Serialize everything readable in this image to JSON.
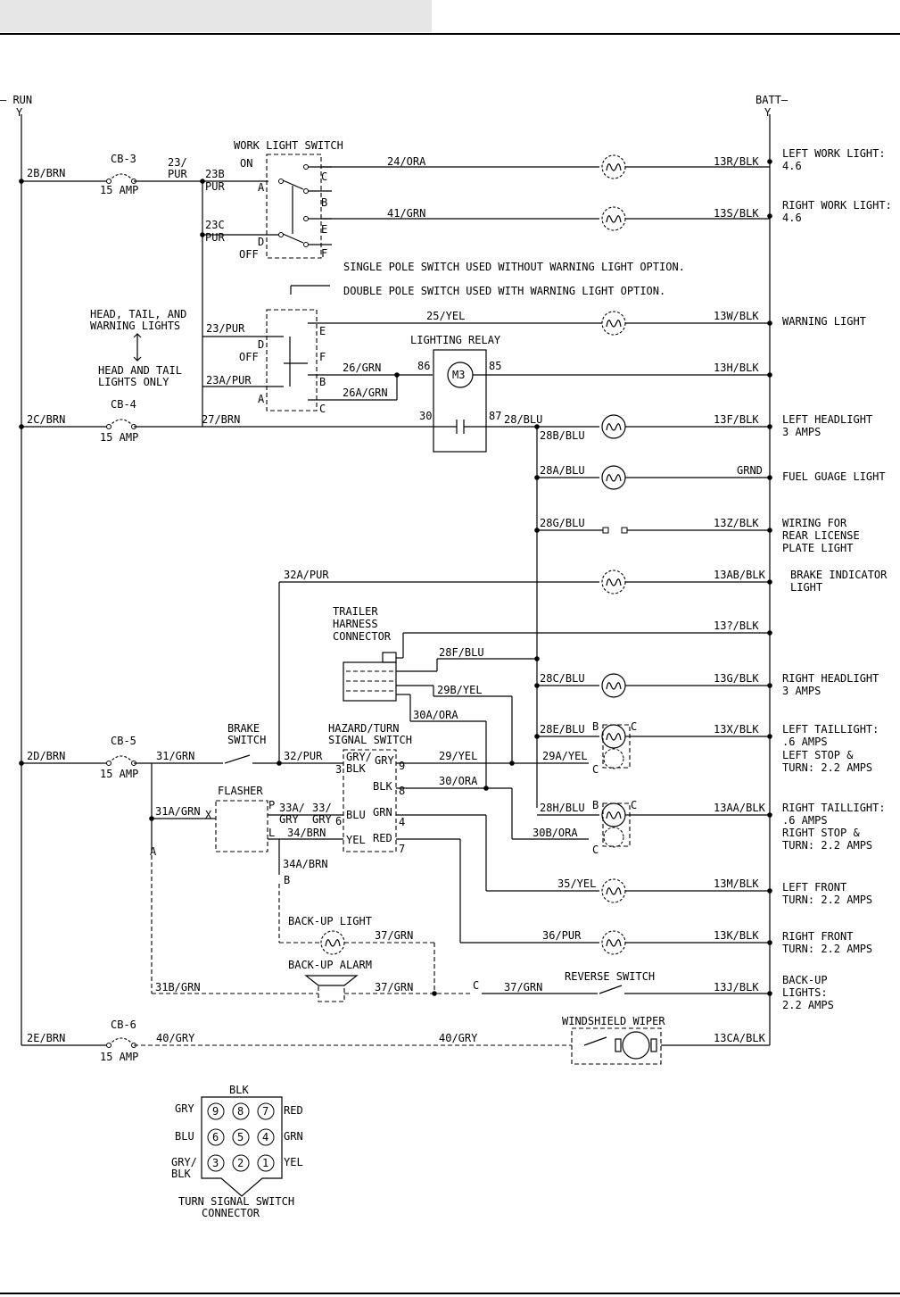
{
  "rails": {
    "run": "— RUN",
    "batt": "BATT—"
  },
  "breakers": {
    "cb3": {
      "label": "CB-3",
      "amp": "15 AMP"
    },
    "cb4": {
      "label": "CB-4",
      "amp": "15 AMP"
    },
    "cb5": {
      "label": "CB-5",
      "amp": "15 AMP"
    },
    "cb6": {
      "label": "CB-6",
      "amp": "15 AMP"
    }
  },
  "wires": {
    "w2b": "2B/BRN",
    "w2c": "2C/BRN",
    "w2d": "2D/BRN",
    "w2e": "2E/BRN",
    "w23": "23/",
    "w23pur": "PUR",
    "w23b": "23B",
    "w23c": "23C",
    "pur": "PUR",
    "w23p": "23/PUR",
    "w23a": "23A/PUR",
    "w24": "24/ORA",
    "w41": "41/GRN",
    "w25": "25/YEL",
    "w26": "26/GRN",
    "w26a": "26A/GRN",
    "w27": "27/BRN",
    "w28": "28/BLU",
    "w28b": "28B/BLU",
    "w28a": "28A/BLU",
    "w28g": "28G/BLU",
    "w32a": "32A/PUR",
    "w28f": "28F/BLU",
    "w29b": "29B/YEL",
    "w30a": "30A/ORA",
    "w28c": "28C/BLU",
    "w28e": "28E/BLU",
    "w31": "31/GRN",
    "w32": "32/PUR",
    "w29": "29/YEL",
    "w29a": "29A/YEL",
    "w30": "30/ORA",
    "w28h": "28H/BLU",
    "w31a": "31A/GRN",
    "w33a": "33A/",
    "w33": "33/",
    "gry": "GRY",
    "w34": "34/BRN",
    "w30b": "30B/ORA",
    "w34a": "34A/BRN",
    "w35": "35/YEL",
    "w36": "36/PUR",
    "w37": "37/GRN",
    "w31b": "31B/GRN",
    "w40": "40/GRY",
    "w13r": "13R/BLK",
    "w13s": "13S/BLK",
    "w13w": "13W/BLK",
    "w13h": "13H/BLK",
    "w13f": "13F/BLK",
    "grnd": "GRND",
    "w13z": "13Z/BLK",
    "w13ab": "13AB/BLK",
    "w13q": "13?/BLK",
    "w13g": "13G/BLK",
    "w13x": "13X/BLK",
    "w13aa": "13AA/BLK",
    "w13m": "13M/BLK",
    "w13k": "13K/BLK",
    "w13j": "13J/BLK",
    "w13ca": "13CA/BLK"
  },
  "components": {
    "work_switch": "WORK LIGHT SWITCH",
    "on": "ON",
    "off": "OFF",
    "single_pole_note": "SINGLE POLE SWITCH USED WITHOUT WARNING LIGHT OPTION.",
    "double_pole_note": "DOUBLE POLE SWITCH USED WITH WARNING LIGHT OPTION.",
    "head_tail_warn": [
      "HEAD, TAIL, AND",
      "WARNING LIGHTS"
    ],
    "head_tail_only": [
      "HEAD AND TAIL",
      "LIGHTS ONLY"
    ],
    "lighting_relay": "LIGHTING RELAY",
    "relay_coil": "M3",
    "relay_86": "86",
    "relay_85": "85",
    "relay_30": "30",
    "relay_87": "87",
    "trailer": [
      "TRAILER",
      "HARNESS",
      "CONNECTOR"
    ],
    "brake_switch": [
      "BRAKE",
      "SWITCH"
    ],
    "hazard": [
      "HAZARD/TURN",
      "SIGNAL SWITCH"
    ],
    "flasher": "FLASHER",
    "backup_light": "BACK-UP LIGHT",
    "backup_alarm": "BACK-UP ALARM",
    "reverse_switch": "REVERSE SWITCH",
    "wiper": "WINDSHIELD WIPER",
    "pins": {
      "a": "A",
      "b": "B",
      "c": "C",
      "d": "D",
      "e": "E",
      "f": "F",
      "x": "X",
      "p": "P",
      "l": "L",
      "n3": "3",
      "n4": "4",
      "n6": "6",
      "n7": "7",
      "n8": "8",
      "n9": "9"
    },
    "colors": {
      "blk": "BLK",
      "gry": "GRY",
      "blu": "BLU",
      "grn": "GRN",
      "red": "RED",
      "yel": "YEL",
      "gry_blk": "GRY/",
      "blk2": "BLK"
    }
  },
  "loads": {
    "left_work": [
      "LEFT WORK LIGHT:",
      "4.6"
    ],
    "right_work": [
      "RIGHT WORK LIGHT:",
      "4.6"
    ],
    "warning": [
      "WARNING LIGHT"
    ],
    "left_head": [
      "LEFT HEADLIGHT",
      "3 AMPS"
    ],
    "fuel": [
      "FUEL GUAGE LIGHT"
    ],
    "license": [
      "WIRING FOR",
      "REAR LICENSE",
      "PLATE LIGHT"
    ],
    "brake_ind": [
      "BRAKE INDICATOR",
      "LIGHT"
    ],
    "right_head": [
      "RIGHT HEADLIGHT",
      "3 AMPS"
    ],
    "left_tail": [
      "LEFT TAILLIGHT:",
      ".6 AMPS",
      "LEFT STOP &",
      "TURN: 2.2 AMPS"
    ],
    "right_tail": [
      "RIGHT TAILLIGHT:",
      ".6 AMPS",
      "RIGHT STOP &",
      "TURN: 2.2 AMPS"
    ],
    "left_front": [
      "LEFT FRONT",
      "TURN: 2.2 AMPS"
    ],
    "right_front": [
      "RIGHT FRONT",
      "TURN: 2.2 AMPS"
    ],
    "backup": [
      "BACK-UP",
      "LIGHTS:",
      "2.2 AMPS"
    ]
  },
  "connector": {
    "title": [
      "TURN SIGNAL SWITCH",
      "CONNECTOR"
    ],
    "top": "BLK",
    "left": [
      "GRY",
      "BLU",
      "GRY/",
      "BLK"
    ],
    "right": [
      "RED",
      "GRN",
      "YEL"
    ],
    "pins": [
      "9",
      "8",
      "7",
      "6",
      "5",
      "4",
      "3",
      "2",
      "1"
    ]
  }
}
